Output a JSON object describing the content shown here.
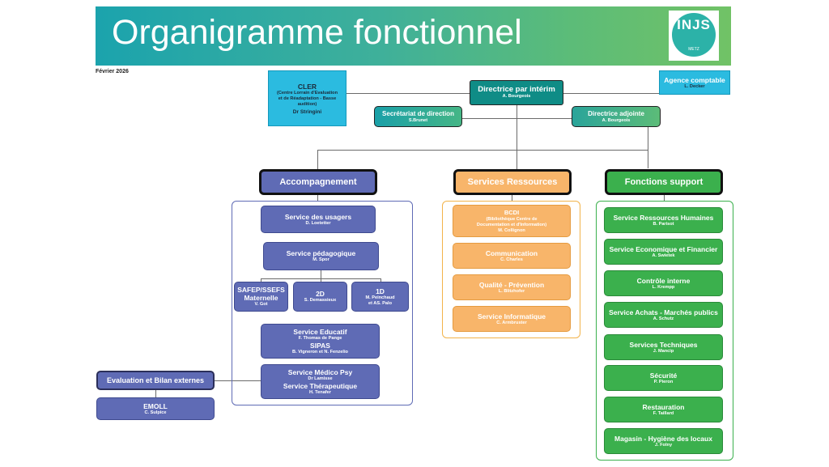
{
  "header": {
    "title": "Organigramme fonctionnel",
    "logo_text": "INJS",
    "logo_sub": "METZ",
    "date": "Février 2026"
  },
  "top": {
    "cler": {
      "title": "CLER",
      "lines": [
        "(Centre Lorrain d'Evaluation",
        "et de Réadaptation - Basse",
        "audition)"
      ],
      "person": "Dr Stringini"
    },
    "directrice": {
      "title": "Directrice par intérim",
      "person": "A. Bourgeois"
    },
    "agence": {
      "title": "Agence comptable",
      "person": "L. Decker"
    },
    "secretariat": {
      "title": "Secrétariat de direction",
      "person": "S.Brunet"
    },
    "adjointe": {
      "title": "Directrice adjointe",
      "person": "A. Bourgeois"
    }
  },
  "heads": {
    "accompagnement": "Accompagnement",
    "ressources": "Services Ressources",
    "support": "Fonctions support"
  },
  "accompagnement": {
    "usagers": {
      "title": "Service des usagers",
      "person": "D. Loetetter"
    },
    "pedagogique": {
      "title": "Service pédagogique",
      "person": "M. Spor"
    },
    "safep": {
      "title1": "SAFEP/SSEFS",
      "title2": "Maternelle",
      "person": "V. Got"
    },
    "d2": {
      "title": "2D",
      "person": "S. Demassieux"
    },
    "d1": {
      "title": "1D",
      "person1": "M. Peinchaud",
      "person2": "et AS. Palo"
    },
    "educatif": {
      "title": "Service Educatif",
      "person": "F. Thomas de Pange",
      "title2": "SIPAS",
      "person2": "B. Vigneron et N. Fenzelio"
    },
    "medico": {
      "title": "Service Médico Psy",
      "person": "Dr Lamisse",
      "title2": "Service Thérapeutique",
      "person2": "H. Tenafer"
    }
  },
  "externes": {
    "evaluation": "Evaluation et Bilan externes",
    "emoll": {
      "title": "EMOLL",
      "person": "C. Sulpice"
    }
  },
  "ressources": {
    "bcdi": {
      "title": "BCDI",
      "lines": [
        "(Bibliothèque Centre de",
        "Documentation et d'Information)"
      ],
      "person": "M. Collignon"
    },
    "communication": {
      "title": "Communication",
      "person": "C. Charles"
    },
    "qualite": {
      "title": "Qualité - Prévention",
      "person": "L. Blitzhofer"
    },
    "informatique": {
      "title": "Service Informatique",
      "person": "C. Armbruster"
    }
  },
  "support": [
    {
      "title": "Service Ressources Humaines",
      "person": "B. Parisot"
    },
    {
      "title": "Service Economique et Financier",
      "person": "A. Swietek"
    },
    {
      "title": "Contrôle interne",
      "person": "L. Krempp"
    },
    {
      "title": "Service Achats - Marchés publics",
      "person": "A. Schutz"
    },
    {
      "title": "Services Techniques",
      "person": "J. Mancip"
    },
    {
      "title": "Sécurité",
      "person": "P. Pieron"
    },
    {
      "title": "Restauration",
      "person": "F. Taillard"
    },
    {
      "title": "Magasin - Hygiène des locaux",
      "person": "J. Folny"
    }
  ],
  "colors": {
    "purple": "#5f6bb5",
    "orange": "#f8b56a",
    "green": "#3bb04d",
    "cyan": "#2bbbe0",
    "teal": "#0f8c86"
  }
}
